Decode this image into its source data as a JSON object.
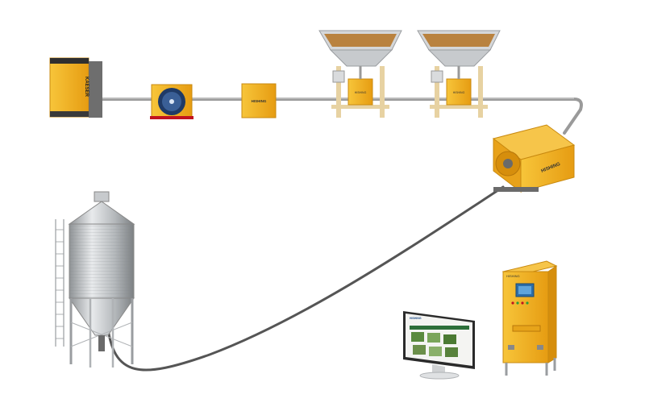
{
  "diagram": {
    "components": [
      {
        "id": "air-compressor",
        "label": "KAESER"
      },
      {
        "id": "blower-unit",
        "label": ""
      },
      {
        "id": "control-box",
        "label": "HISHING"
      },
      {
        "id": "weighing-hopper-1",
        "label": "HISHING"
      },
      {
        "id": "weighing-hopper-2",
        "label": "HISHING"
      },
      {
        "id": "distributor",
        "label": "HISHING"
      },
      {
        "id": "storage-silo",
        "label": ""
      },
      {
        "id": "computer-monitor",
        "label": "HISHING"
      },
      {
        "id": "electrical-cabinet",
        "label": "HISHING"
      }
    ],
    "colors": {
      "machine_yellow": "#f2ae1c",
      "machine_dark_yellow": "#d68e0c",
      "pipe": "#9a9a9a",
      "hose": "#555555",
      "steel": "#b9bcbf",
      "grain": "#b9823f"
    }
  }
}
